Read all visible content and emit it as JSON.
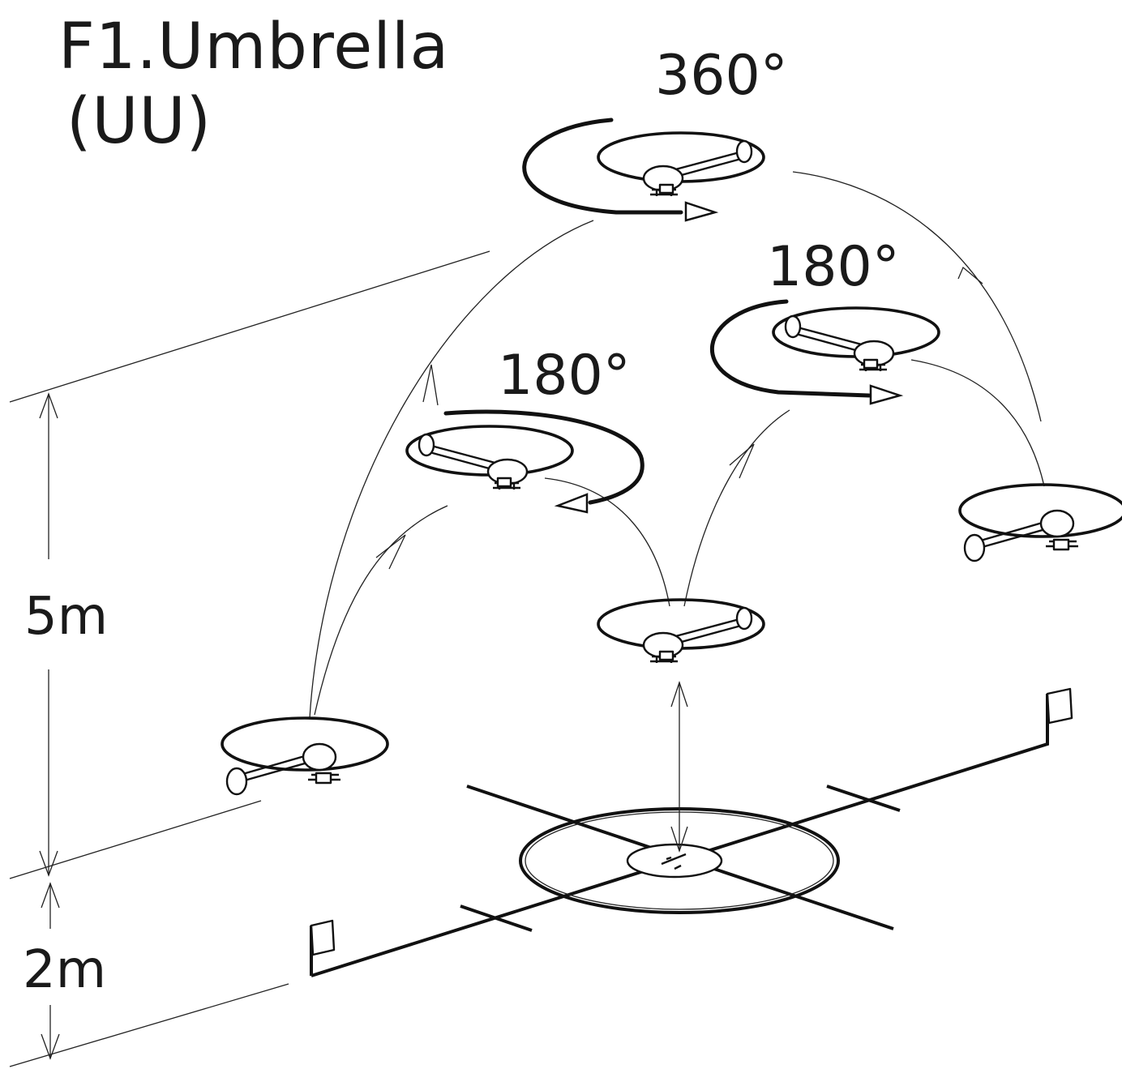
{
  "title": {
    "line1": "F1.Umbrella",
    "line2": "(UU)"
  },
  "rotations": {
    "top": "360°",
    "right": "180°",
    "left": "180°"
  },
  "dimensions": {
    "upper": "5m",
    "lower": "2m"
  },
  "icons": [
    "helicopter-icon",
    "flag-icon",
    "helipad-icon"
  ]
}
